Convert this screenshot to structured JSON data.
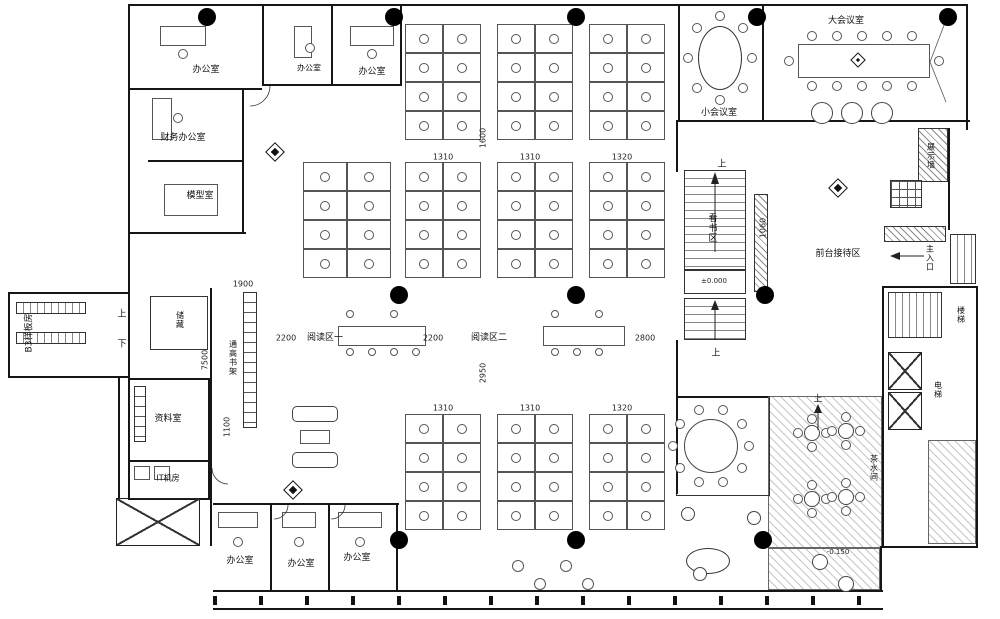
{
  "rooms": {
    "office_tl1": "办公室",
    "office_tl2": "办公室",
    "office_tl3": "办公室",
    "finance": "财务办公室",
    "model": "模型室",
    "small_meeting": "小会议室",
    "large_meeting": "大会议室",
    "display_wall": "展示墙",
    "reception": "前台接待区",
    "book_steps": "看书区",
    "reading1": "阅读区一",
    "reading2": "阅读区二",
    "bookshelf": "通高书架",
    "storage": "储藏",
    "archive": "资料室",
    "it_room": "IT机房",
    "b3": "B3样板房",
    "office_b1": "办公室",
    "office_b2": "办公室",
    "office_b3": "办公室",
    "tea": "茶水间",
    "entrance": "主入口",
    "stair": "楼梯",
    "elevator": "电梯"
  },
  "dims": {
    "top1": "1310",
    "top2": "1310",
    "top3": "1320",
    "h1600": "1600",
    "mid1": "2200",
    "mid2": "2200",
    "mid3": "2800",
    "v2950": "2950",
    "v1060": "1060",
    "h1900": "1900",
    "v7500": "7500",
    "v1100": "1100",
    "bot1": "1310",
    "bot2": "1310",
    "bot3": "1320"
  },
  "levels": {
    "zero": "±0.000",
    "neg": "-0.150"
  },
  "marks": {
    "up": "上",
    "down": "下"
  }
}
